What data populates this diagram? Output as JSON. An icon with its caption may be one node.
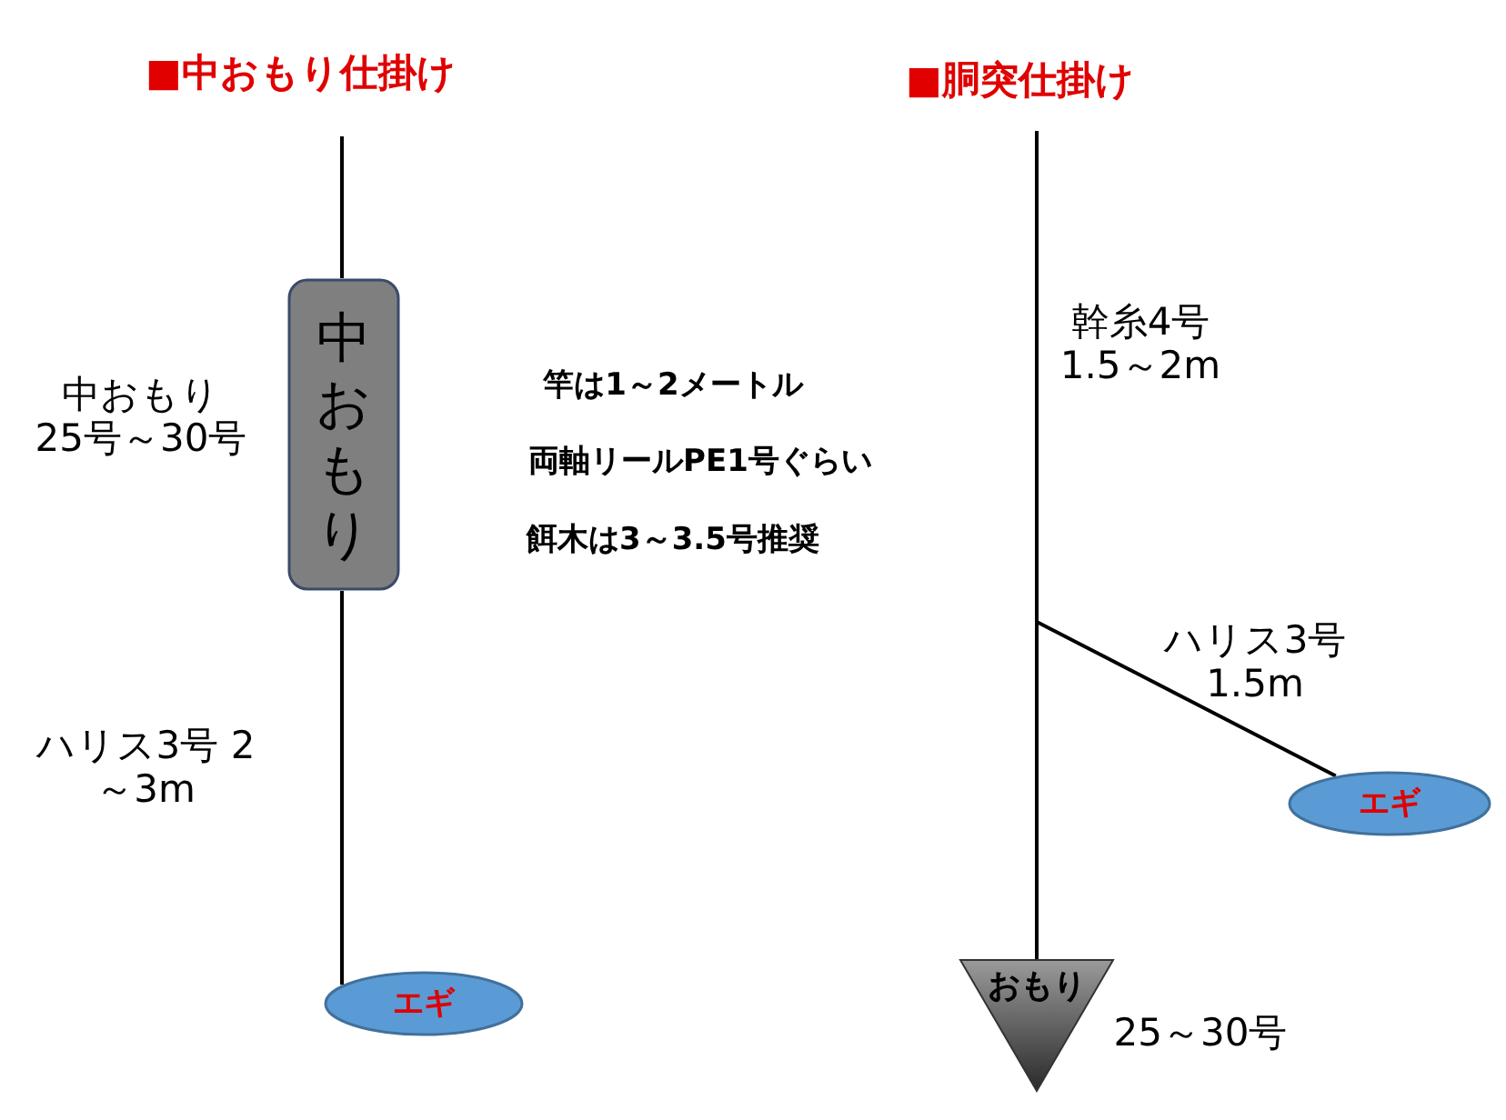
{
  "diagram": {
    "nodes": [
      {
        "text": [
          "中おもり"
        ],
        "beside": [
          "中おもり 25号～30号"
        ]
      },
      {
        "text": [
          "エギ"
        ]
      },
      {
        "text": [
          "エギ"
        ],
        "beside": [
          "ハリス3号 1.5m"
        ]
      },
      {
        "text": [
          "おもり"
        ],
        "beside": [
          "25～30号"
        ]
      }
    ],
    "edges": [
      {
        "from": null,
        "to": 0,
        "arrow": "none"
      },
      {
        "from": 0,
        "to": 1,
        "arrow": "none",
        "label": "ハリス3号 2～3m"
      },
      {
        "from": null,
        "to": 3,
        "arrow": "none",
        "label": "幹糸4号 1.5～2m"
      },
      {
        "from": null,
        "to": 2,
        "arrow": "none"
      }
    ],
    "labels": [
      "■中おもり仕掛け",
      "■胴突仕掛け",
      "竿は1～2メートル",
      "両軸リールPE1号ぐらい",
      "餌木は3～3.5号推奨"
    ]
  }
}
